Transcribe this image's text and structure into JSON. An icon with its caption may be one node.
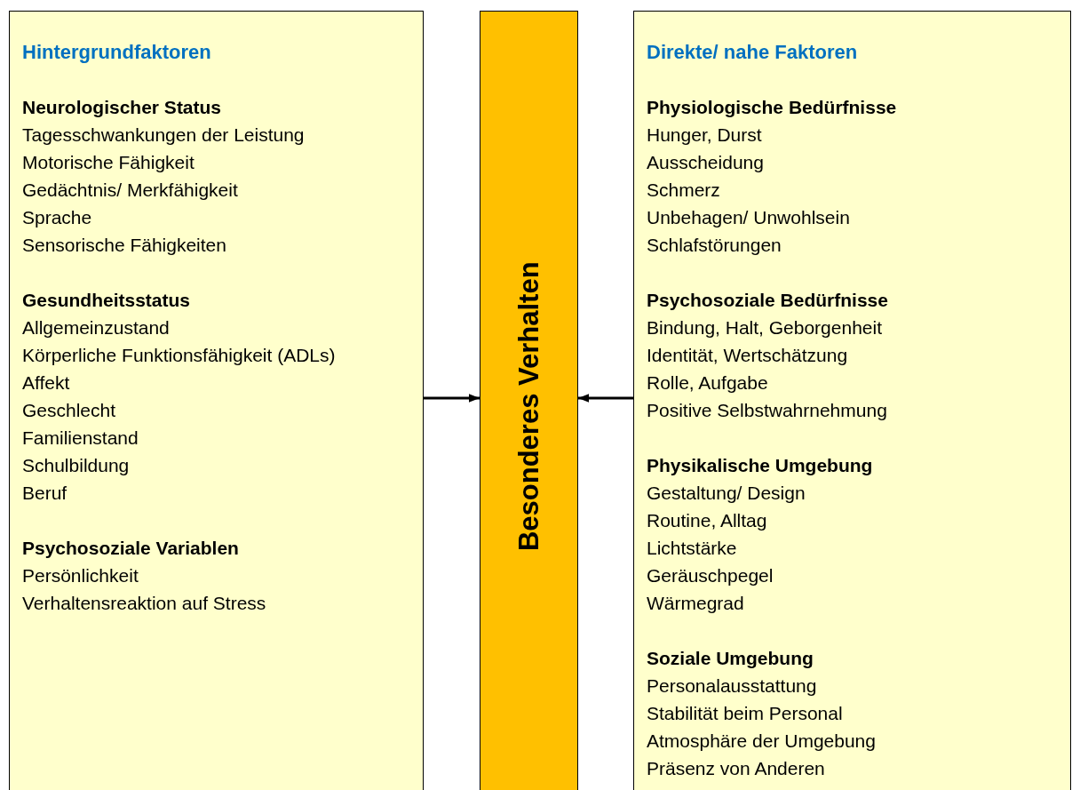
{
  "diagram": {
    "nodes": [
      {
        "text": [
          "Hintergrundfaktoren",
          "Neurologischer Status",
          "Tagesschwankungen der Leistung",
          "Motorische Fähigkeit",
          "Gedächtnis/ Merkfähigkeit",
          "Sprache",
          "Sensorische Fähigkeiten",
          "Gesundheitsstatus",
          "Allgemeinzustand",
          "Körperliche Funktionsfähigkeit (ADLs)",
          "Affekt",
          "Geschlecht",
          "Familienstand",
          "Schulbildung",
          "Beruf",
          "Psychosoziale Variablen",
          "Persönlichkeit",
          "Verhaltensreaktion auf Stress"
        ]
      },
      {
        "text": [
          "Besonderes Verhalten"
        ]
      },
      {
        "text": [
          "Direkte/ nahe Faktoren",
          "Physiologische Bedürfnisse",
          "Hunger, Durst",
          "Ausscheidung",
          "Schmerz",
          "Unbehagen/ Unwohlsein",
          "Schlafstörungen",
          "Psychosoziale Bedürfnisse",
          "Bindung, Halt, Geborgenheit",
          "Identität, Wertschätzung",
          "Rolle, Aufgabe",
          "Positive Selbstwahrnehmung",
          "Physikalische Umgebung",
          "Gestaltung/ Design",
          "Routine, Alltag",
          "Lichtstärke",
          "Geräuschpegel",
          "Wärmegrad",
          "Soziale Umgebung",
          "Personalausstattung",
          "Stabilität beim Personal",
          "Atmosphäre der Umgebung",
          "Präsenz von Anderen"
        ]
      }
    ],
    "edges": [
      {
        "from": 0,
        "to": 1,
        "arrow": "to"
      },
      {
        "from": 2,
        "to": 1,
        "arrow": "to"
      }
    ]
  }
}
